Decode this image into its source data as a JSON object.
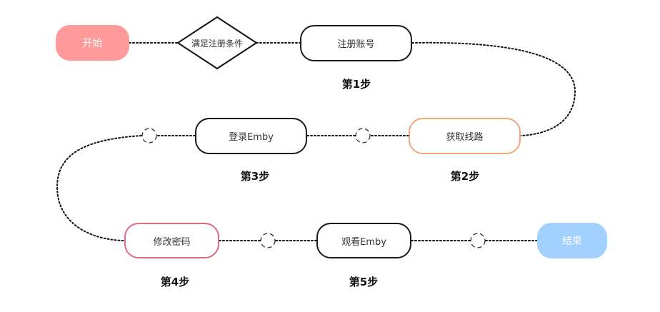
{
  "nodes": {
    "start": "开始",
    "decision": "满足注册条件",
    "register": "注册账号",
    "route": "获取线路",
    "login": "登录Emby",
    "password": "修改密码",
    "watch": "观看Emby",
    "end": "结束"
  },
  "steps": {
    "s1": "第1步",
    "s2": "第2步",
    "s3": "第3步",
    "s4": "第4步",
    "s5": "第5步"
  },
  "colors": {
    "start_fill": "#ff9a9a",
    "end_fill": "#a3d1ff",
    "route_border": "#f4a57d",
    "password_border": "#e06a84",
    "outline": "#1a1a1a"
  }
}
